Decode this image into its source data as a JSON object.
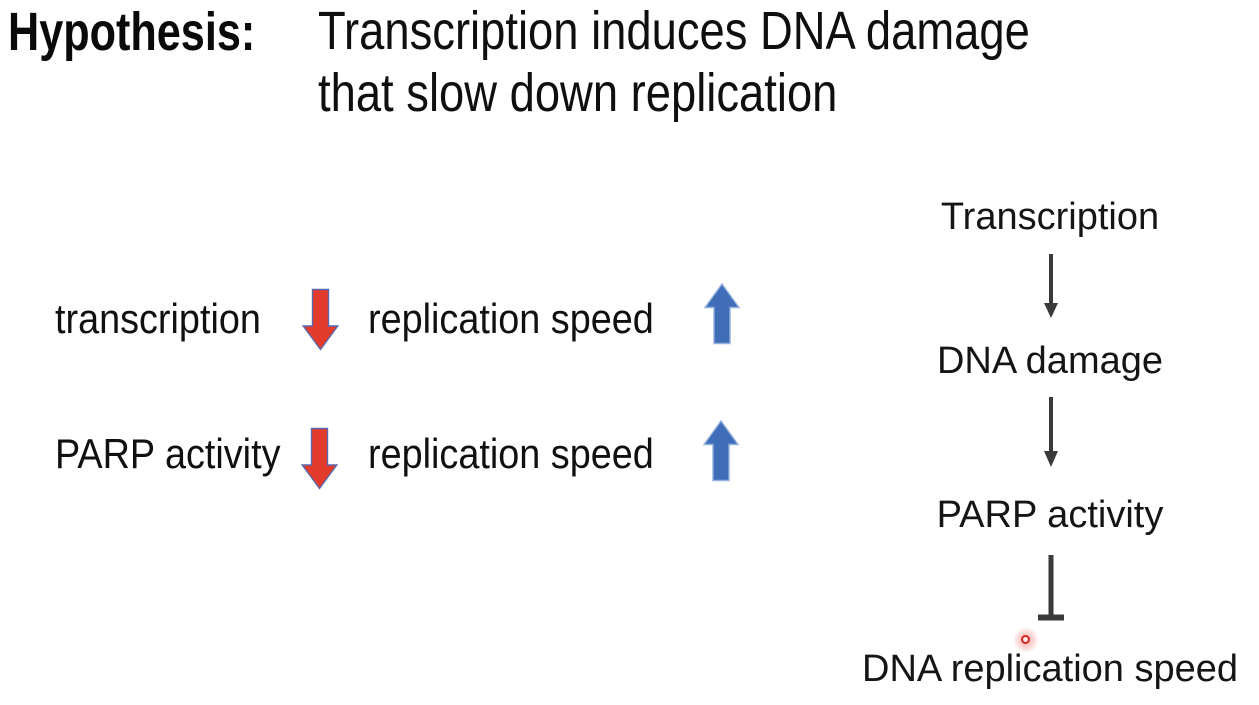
{
  "title": {
    "label": "Hypothesis:",
    "line1": "Transcription induces DNA damage",
    "line2": "that slow down replication"
  },
  "observations": [
    {
      "factor": "transcription",
      "factor_trend": "decrease",
      "effect": "replication speed",
      "effect_trend": "increase"
    },
    {
      "factor": "PARP activity",
      "factor_trend": "decrease",
      "effect": "replication speed",
      "effect_trend": "increase"
    }
  ],
  "pathway": {
    "nodes": [
      "Transcription",
      "DNA damage",
      "PARP activity",
      "DNA replication speed"
    ],
    "connectors": [
      "arrow-down",
      "arrow-down",
      "inhibition-bar"
    ]
  },
  "icons": {
    "down_arrow": "red block arrow pointing down",
    "up_arrow": "blue block arrow pointing up",
    "flow_arrow": "thin dark downward arrow",
    "inhibition_bar": "T-bar inhibition symbol",
    "laser_dot": "red laser pointer dot"
  },
  "colors": {
    "background": "#ffffff",
    "text": "#000000",
    "down_arrow_fill": "#e23b2c",
    "down_arrow_stroke": "#5a68ae",
    "up_arrow_fill": "#3f6db7",
    "up_arrow_stroke": "#93b1dc",
    "flow_arrow": "#3a3a3a",
    "laser_dot": "#d5271f"
  }
}
